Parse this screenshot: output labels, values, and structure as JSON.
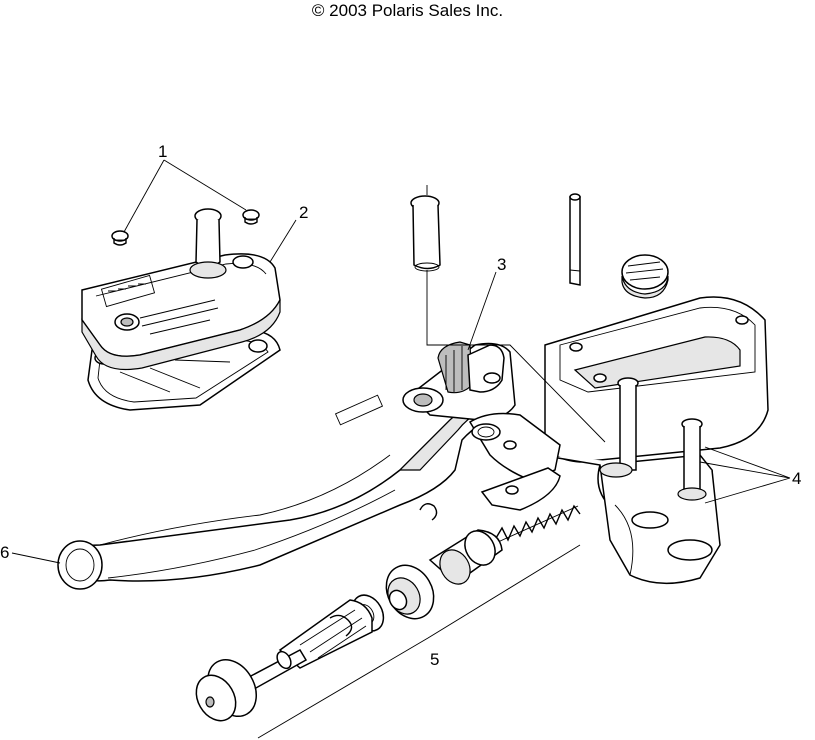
{
  "copyright": "© 2003 Polaris Sales Inc.",
  "callouts": [
    {
      "id": "1",
      "label": "1"
    },
    {
      "id": "2",
      "label": "2"
    },
    {
      "id": "3",
      "label": "3"
    },
    {
      "id": "4",
      "label": "4"
    },
    {
      "id": "5",
      "label": "5"
    },
    {
      "id": "6",
      "label": "6"
    }
  ]
}
